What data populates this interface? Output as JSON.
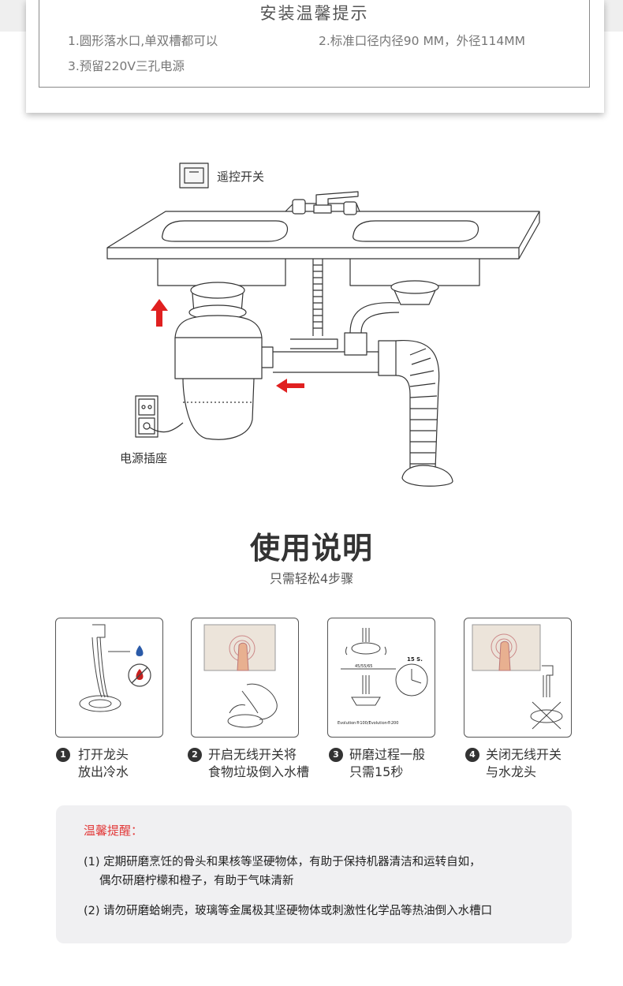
{
  "notice": {
    "title": "安装温馨提示",
    "items": [
      "1.圆形落水口,单双槽都可以",
      "2.标准口径内径90 MM，外径114MM",
      "3.预留220V三孔电源"
    ]
  },
  "diagram": {
    "remote_switch_label": "遥控开关",
    "power_socket_label": "电源插座",
    "arrow_color": "#e02020"
  },
  "usage": {
    "title": "使用说明",
    "subtitle": "只需轻松4步骤",
    "steps": [
      {
        "num": "1",
        "line1": "打开龙头",
        "line2": "放出冷水"
      },
      {
        "num": "2",
        "line1": "开启无线开关将",
        "line2": "食物垃圾倒入水槽"
      },
      {
        "num": "3",
        "line1": "研磨过程一般",
        "line2": "只需15秒"
      },
      {
        "num": "4",
        "line1": "关闭无线开关",
        "line2": "与水龙头"
      }
    ],
    "step3_small": {
      "timer": "15 S.",
      "model_a": "45/55/65",
      "model_b": "Evolution®100/Evolution®200"
    }
  },
  "tips": {
    "title": "温馨提醒：",
    "item1_line1": "(1) 定期研磨烹饪的骨头和果核等坚硬物体，有助于保持机器清洁和运转自如，",
    "item1_line2": "偶尔研磨柠檬和橙子，有助于气味清新",
    "item2": "(2) 请勿研磨蛤蜊壳，玻璃等金属极其坚硬物体或刺激性化学品等热油倒入水槽口"
  }
}
